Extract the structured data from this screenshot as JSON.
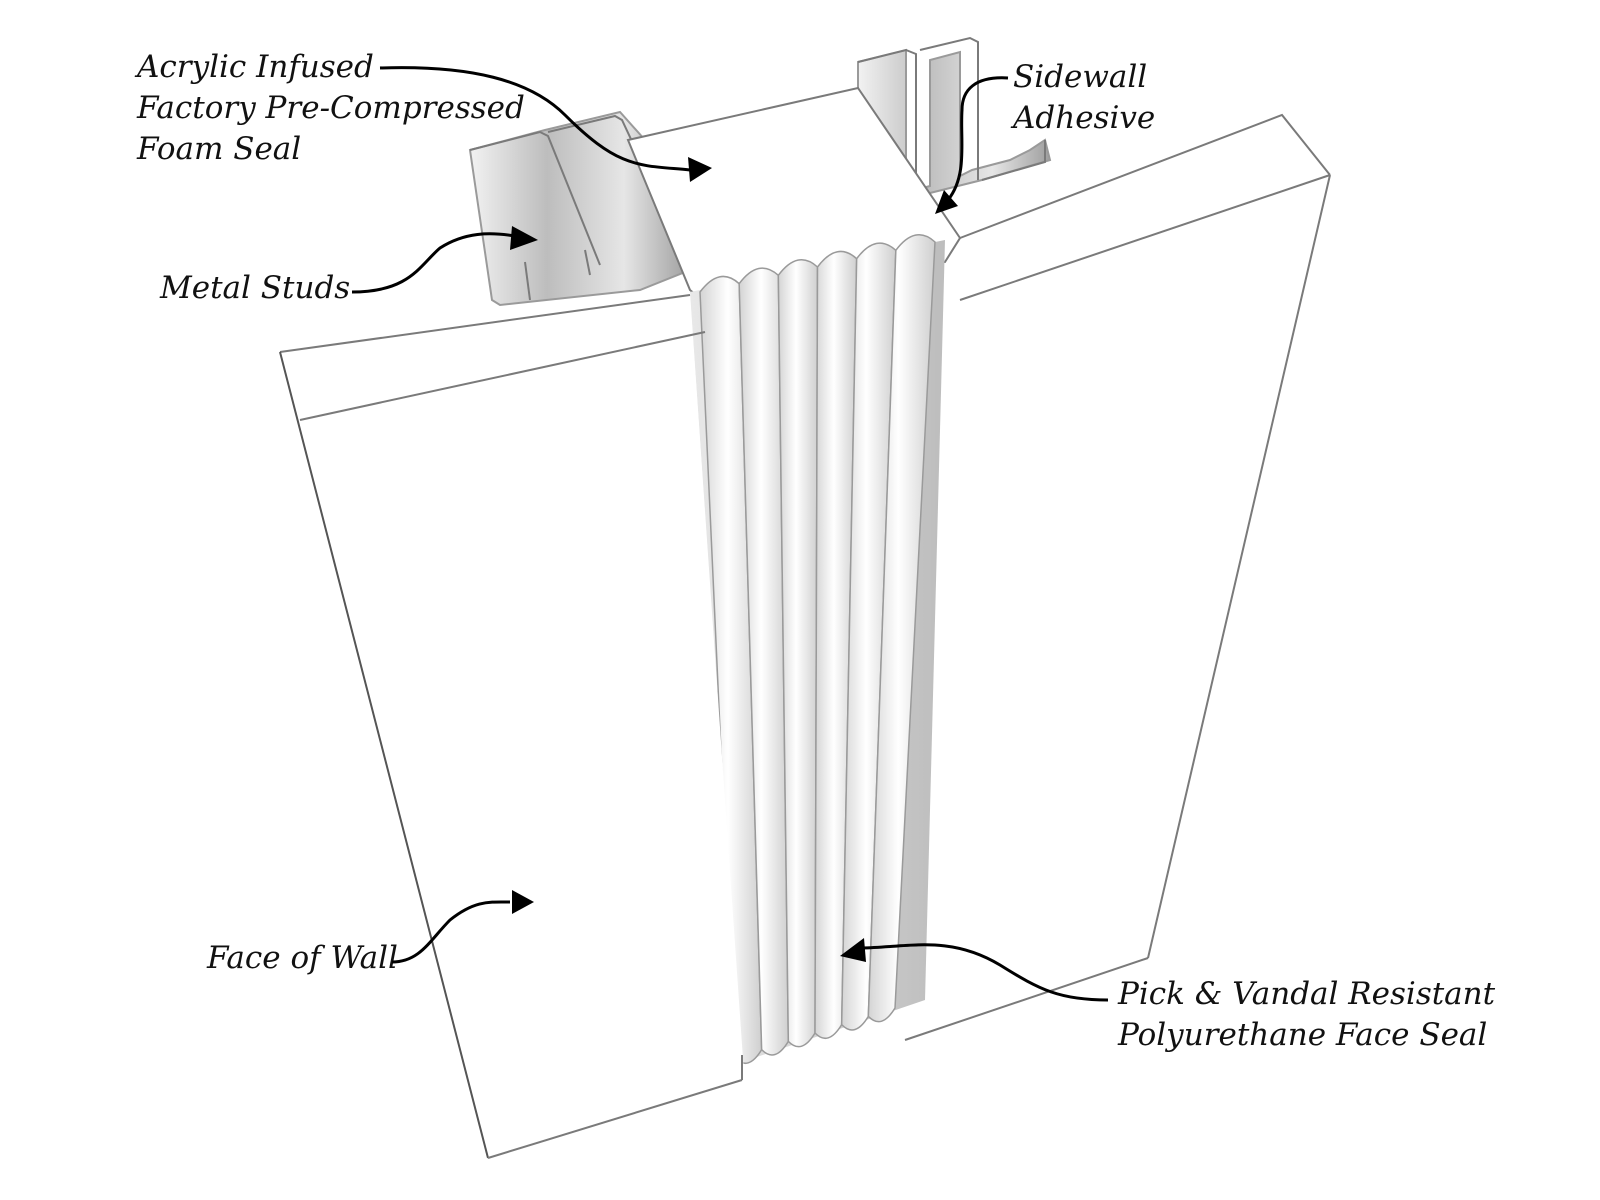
{
  "diagram": {
    "type": "isometric-section",
    "subject": "Expansion joint seal between two wall faces",
    "labels": {
      "foam_seal": [
        "Acrylic Infused",
        "Factory Pre-Compressed",
        "Foam Seal"
      ],
      "sidewall_adhesive": [
        "Sidewall",
        "Adhesive"
      ],
      "metal_studs": [
        "Metal Studs"
      ],
      "face_of_wall": [
        "Face of Wall"
      ],
      "face_seal": [
        "Pick & Vandal Resistant",
        "Polyurethane Face Seal"
      ]
    },
    "components": [
      {
        "id": "left-wall",
        "name": "Left wall panel"
      },
      {
        "id": "right-wall",
        "name": "Right wall panel"
      },
      {
        "id": "left-metal-studs",
        "name": "Left metal studs",
        "count": 2
      },
      {
        "id": "right-metal-studs",
        "name": "Right metal studs",
        "count": 2
      },
      {
        "id": "foam-seal",
        "name": "Acrylic infused pre-compressed foam seal"
      },
      {
        "id": "face-seal",
        "name": "Polyurethane face seal",
        "ribs": 6
      }
    ],
    "colors": {
      "background": "#ffffff",
      "outline": "#7a7a7a",
      "text": "#111111",
      "leader": "#000000",
      "stud_shade": "#c8c8c8"
    }
  }
}
